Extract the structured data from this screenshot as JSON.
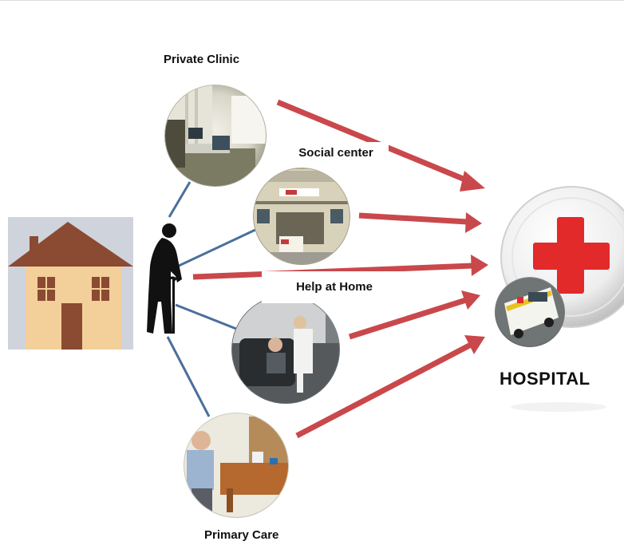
{
  "labels": {
    "private_clinic": "Private Clinic",
    "social_center": "Social center",
    "help_at_home": "Help at Home",
    "primary_care": "Primary Care",
    "hospital": "HOSPITAL"
  },
  "colors": {
    "arrow": "#c9484b",
    "connector": "#4a6f9c",
    "house_roof": "#8b4a32",
    "house_wall": "#f3cf9a",
    "house_sky": "#cfd3dc",
    "hospital_cross": "#e22a2a",
    "silhouette": "#111111"
  },
  "icons": {
    "home": "house-icon",
    "person": "elderly-person-cane-icon",
    "hospital": "red-cross-icon",
    "ambulance": "ambulance-icon"
  }
}
